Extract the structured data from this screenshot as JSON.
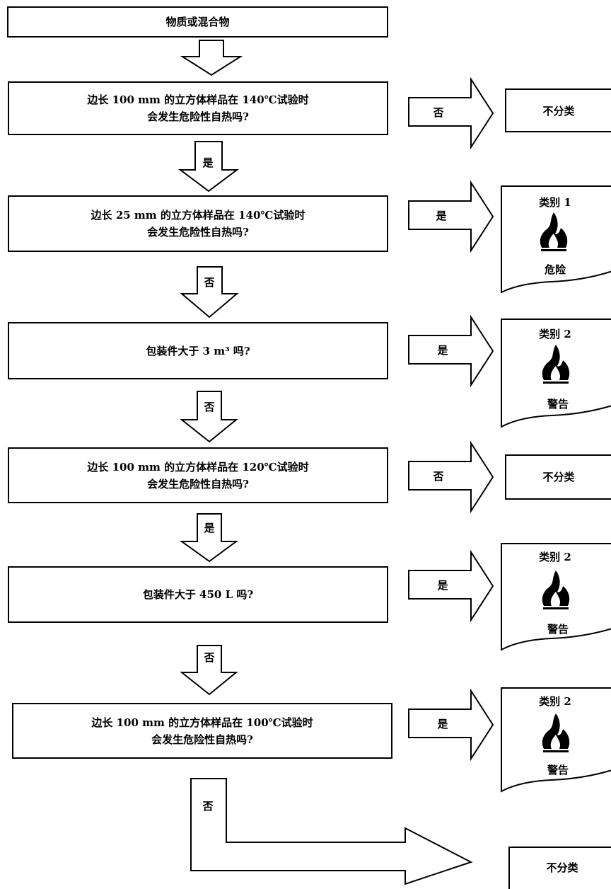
{
  "start": "物质或混合物",
  "questions": [
    {
      "line1": "边长 100 mm 的立方体样品在 140℃试验时",
      "line2": "会发生危险性自热吗?"
    },
    {
      "line1": "边长 25 mm 的立方体样品在 140℃试验时",
      "line2": "会发生危险性自热吗?"
    },
    {
      "line1": "包装件大于 3 m³ 吗?",
      "line2": ""
    },
    {
      "line1": "边长 100 mm 的立方体样品在 120℃试验时",
      "line2": "会发生危险性自热吗?"
    },
    {
      "line1": "包装件大于 450 L 吗?",
      "line2": ""
    },
    {
      "line1": "边长 100 mm 的立方体样品在 100℃试验时",
      "line2": "会发生危险性自热吗?"
    }
  ],
  "down_labels": [
    "是",
    "否",
    "否",
    "是",
    "否",
    "否"
  ],
  "right_labels": [
    "否",
    "是",
    "是",
    "否",
    "是",
    "是"
  ],
  "results": [
    {
      "type": "plain",
      "text": "不分类"
    },
    {
      "type": "label",
      "category": "类别 1",
      "signal": "危险"
    },
    {
      "type": "label",
      "category": "类别 2",
      "signal": "警告"
    },
    {
      "type": "plain",
      "text": "不分类"
    },
    {
      "type": "label",
      "category": "类别 2",
      "signal": "警告"
    },
    {
      "type": "label",
      "category": "类别 2",
      "signal": "警告"
    },
    {
      "type": "plain",
      "text": "不分类"
    }
  ],
  "icons": [
    "flame-icon"
  ],
  "colors": {
    "line": "#000000",
    "background": "#ffffff"
  }
}
